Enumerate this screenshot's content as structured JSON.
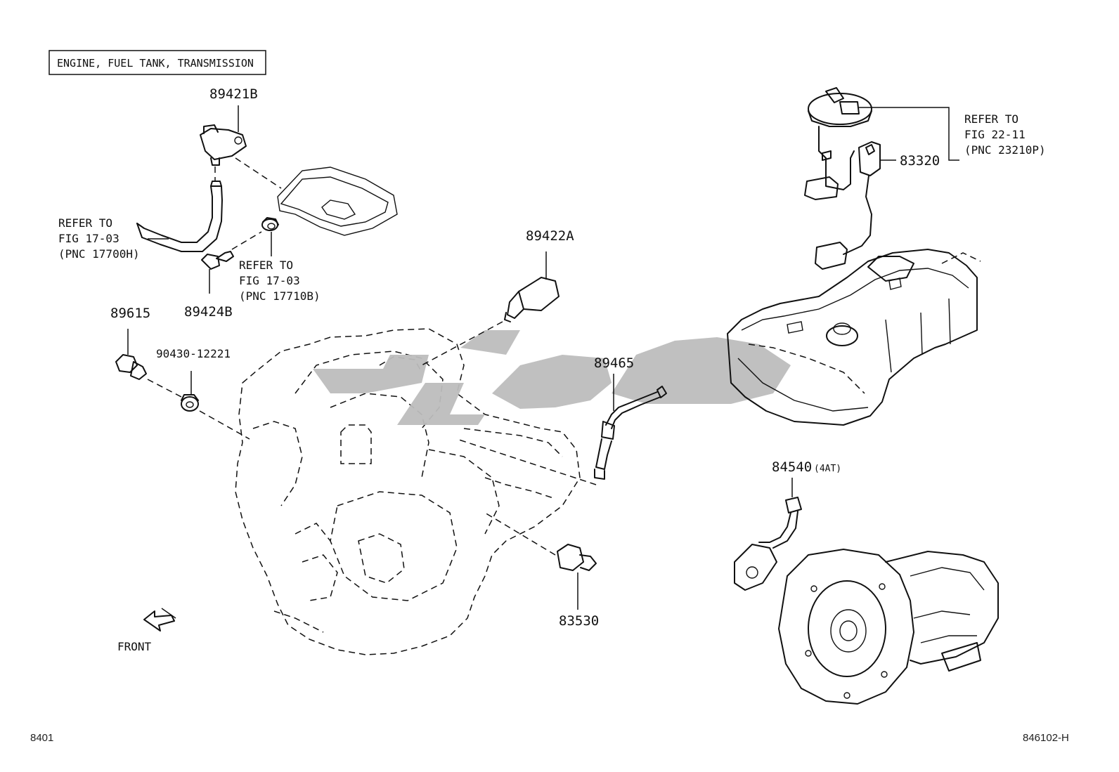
{
  "header": {
    "title": "ENGINE, FUEL TANK, TRANSMISSION"
  },
  "parts": {
    "p89421B": "89421B",
    "p89424B": "89424B",
    "p89615": "89615",
    "p90430": "90430-12221",
    "p89422A": "89422A",
    "p89465": "89465",
    "p83530": "83530",
    "p83320": "83320",
    "p84540": "84540",
    "p84540_note": "(4AT)"
  },
  "references": {
    "ref1": {
      "l1": "REFER TO",
      "l2": "FIG 17-03",
      "l3": "(PNC 17700H)"
    },
    "ref2": {
      "l1": "REFER TO",
      "l2": "FIG 17-03",
      "l3": "(PNC 17710B)"
    },
    "ref3": {
      "l1": "REFER TO",
      "l2": "FIG 22-11",
      "l3": "(PNC 23210P)"
    }
  },
  "direction": {
    "label": "FRONT",
    "icon": "front-arrow-icon"
  },
  "footer": {
    "left_code": "8401",
    "right_code": "846102-H"
  },
  "watermark": {
    "icon": "watermark-logo-icon",
    "color": "#bdbdbd"
  }
}
